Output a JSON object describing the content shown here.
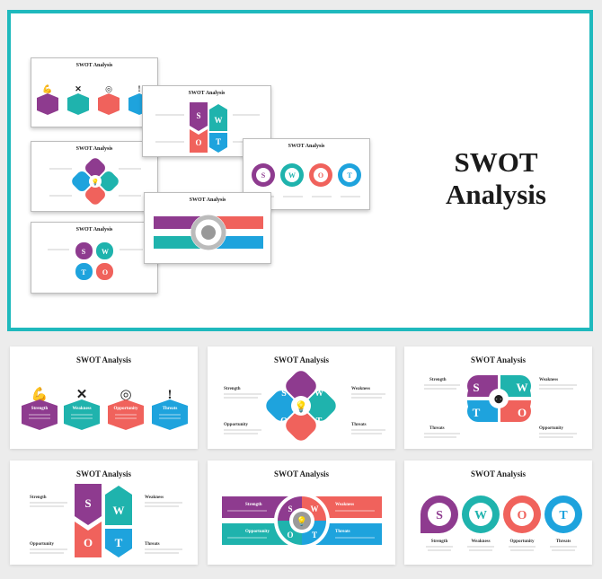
{
  "hero": {
    "title_line1": "SWOT",
    "title_line2": "Analysis"
  },
  "slide_title": "SWOT Analysis",
  "labels": {
    "strength": "Strength",
    "weakness": "Weakness",
    "opportunity": "Opportunity",
    "threats": "Threats"
  },
  "letters": {
    "s": "S",
    "w": "W",
    "o": "O",
    "t": "T"
  },
  "colors": {
    "purple": "#8e3b8f",
    "teal": "#1fb3ad",
    "coral": "#f0625c",
    "blue": "#1ea3dd",
    "frame": "#1fb9bd"
  }
}
